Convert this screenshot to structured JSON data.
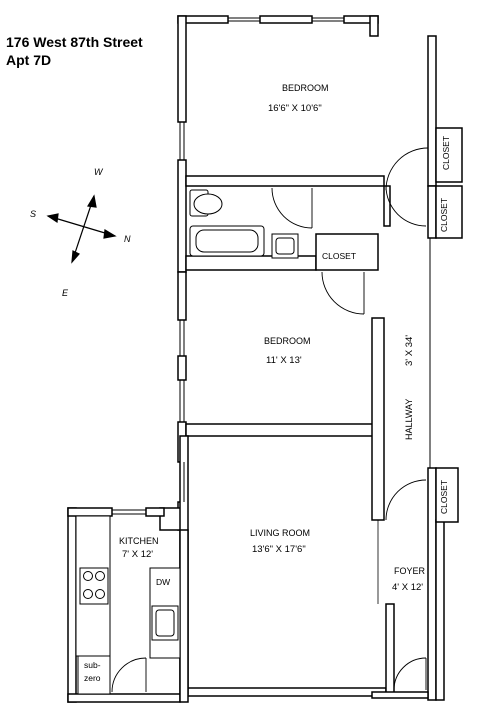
{
  "address": {
    "line1": "176 West 87th Street",
    "line2": "Apt 7D"
  },
  "compass": {
    "n": "N",
    "s": "S",
    "e": "E",
    "w": "W"
  },
  "rooms": {
    "bedroom1": {
      "name": "BEDROOM",
      "size": "16'6\" X 10'6\""
    },
    "bedroom2": {
      "name": "BEDROOM",
      "size": "11' X 13'"
    },
    "living": {
      "name": "LIVING ROOM",
      "size": "13'6\" X 17'6\""
    },
    "kitchen": {
      "name": "KITCHEN",
      "size": "7' X 12'"
    },
    "foyer": {
      "name": "FOYER",
      "size": "4' X 12'"
    },
    "hallway": {
      "name": "HALLWAY",
      "size": "3' X 34'"
    }
  },
  "closets": {
    "bath": "CLOSET",
    "right1": "CLOSET",
    "right2": "CLOSET",
    "right3": "CLOSET"
  },
  "appliances": {
    "dw": "DW",
    "fridge_line1": "sub-",
    "fridge_line2": "zero"
  }
}
